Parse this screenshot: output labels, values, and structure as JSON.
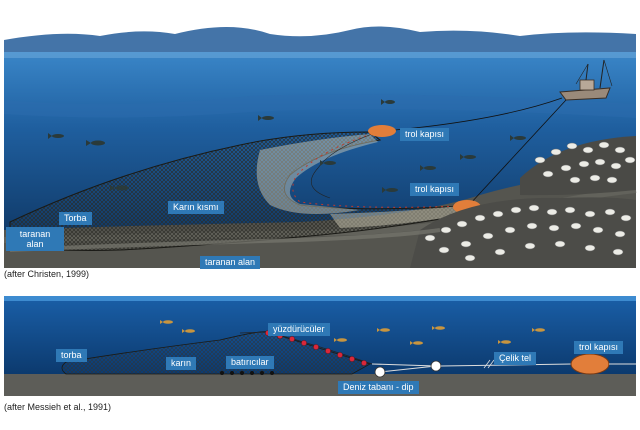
{
  "top_panel": {
    "labels": {
      "trol_kapisi_top": "trol kapısı",
      "trol_kapisi_mid": "trol kapısı",
      "karin_ksmi": "Karın kısmı",
      "torba": "Torba",
      "taranan_alan_left_line1": "taranan",
      "taranan_alan_left_line2": "alan",
      "taranan_alan_bottom": "taranan alan"
    },
    "caption": "(after Christen, 1999)"
  },
  "bottom_panel": {
    "labels": {
      "yuzdurucular": "yüzdürücüler",
      "torba": "torba",
      "karin": "karın",
      "batiricilar": "batırıcılar",
      "celik_tel": "Çelik tel",
      "trol_kapisi": "trol kapısı",
      "deniz_tabani": "Deniz tabanı - dip"
    },
    "caption": "(after Messieh et al., 1991)"
  },
  "colors": {
    "sky": "#ffffff",
    "mountains": "#3f6fa3",
    "surface_water": "#2a73b8",
    "deep_water": "#0f3d6c",
    "seabed": "#5c5c58",
    "otter_board": "#e27e3a",
    "float": "#d8283a",
    "label_bg": "#2f79b6"
  }
}
